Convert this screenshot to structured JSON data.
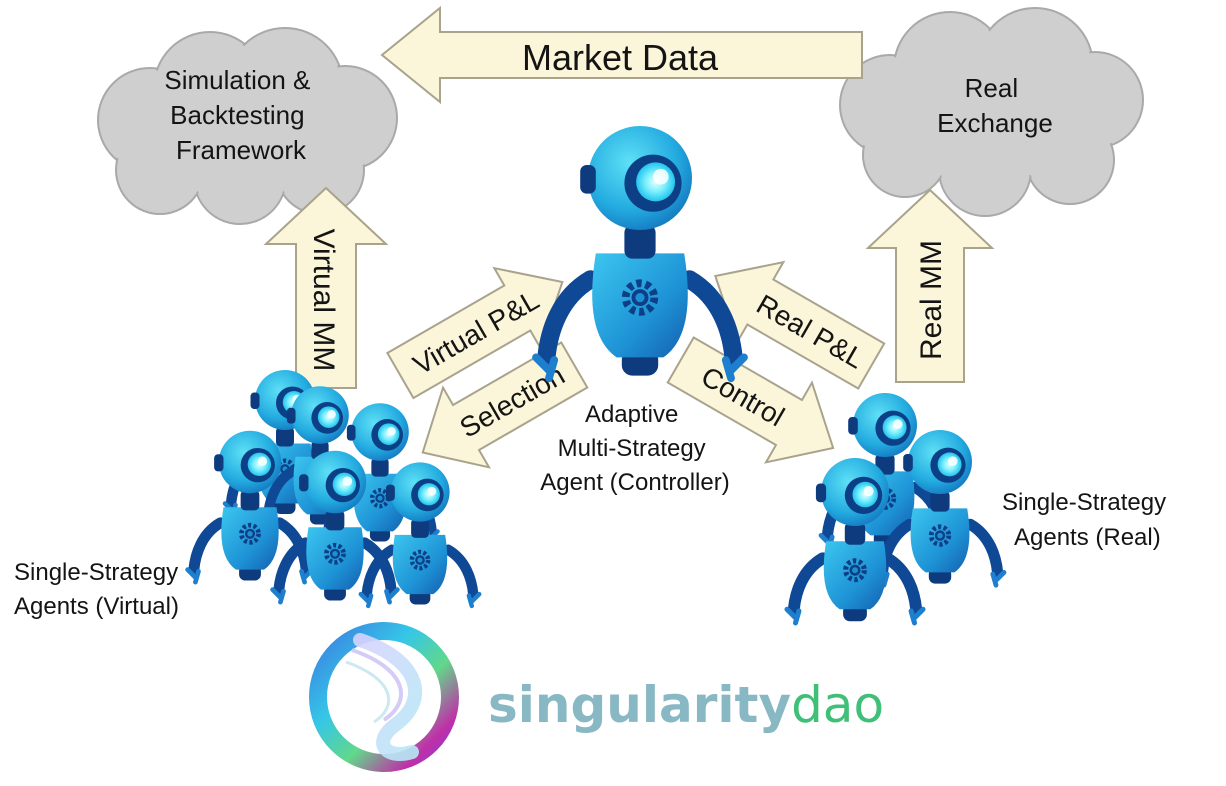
{
  "clouds": {
    "simulation": [
      "Simulation &",
      "Backtesting",
      "Framework"
    ],
    "exchange": [
      "Real",
      "Exchange"
    ]
  },
  "arrows": {
    "market_data": "Market Data",
    "virtual_mm": "Virtual MM",
    "real_mm": "Real MM",
    "virtual_pnl": "Virtual P&L",
    "selection": "Selection",
    "real_pnl": "Real P&L",
    "control": "Control"
  },
  "agents": {
    "controller": [
      "Adaptive",
      "Multi-Strategy",
      "Agent (Controller)"
    ],
    "virtual": [
      "Single-Strategy",
      "Agents (Virtual)"
    ],
    "real": [
      "Single-Strategy",
      "Agents (Real)"
    ]
  },
  "logo": {
    "word_primary": "singularity",
    "word_secondary": "dao"
  },
  "colors": {
    "cloud": "#cfcfcf",
    "arrow_fill": "#fbf6d9",
    "arrow_stroke": "#a9a38d",
    "robot_body": "#1d8fd4",
    "robot_head": "#27c0e6",
    "robot_dark": "#0d3f86",
    "logo_primary": "#89b8c5",
    "logo_secondary": "#3fbf78"
  }
}
